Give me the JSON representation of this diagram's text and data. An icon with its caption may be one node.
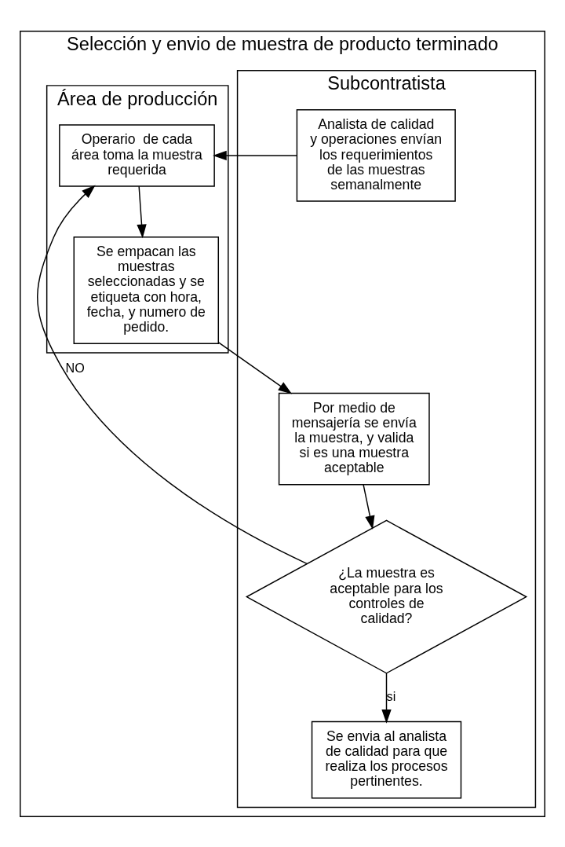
{
  "diagram": {
    "nodes": [
      {
        "text": [
          "Selección y envio de muestra de producto terminado"
        ]
      },
      {
        "text": [
          "Subcontratista"
        ],
        "in": 0
      },
      {
        "text": [
          "Área de producción"
        ],
        "in": 0
      },
      {
        "text": [
          "Analista de calidad y operaciones envían los requerimientos de las muestras semanalmente"
        ],
        "in": 1
      },
      {
        "text": [
          "Operario  de cada área toma la muestra requerida"
        ],
        "in": 2
      },
      {
        "text": [
          "Se empacan las muestras seleccionadas y se etiqueta con hora, fecha, y numero de pedido."
        ],
        "in": 2
      },
      {
        "text": [
          "Por medio de mensajería se envía la muestra, y valida si es una muestra aceptable"
        ],
        "in": 1
      },
      {
        "text": [
          "¿La muestra es aceptable para los controles de calidad?"
        ],
        "in": 1
      },
      {
        "text": [
          "Se envia al analista de calidad para que realiza los procesos pertinentes."
        ],
        "in": 1
      }
    ],
    "edges": [
      {
        "from": 3,
        "to": 4,
        "arrow": "to"
      },
      {
        "from": 4,
        "to": 5,
        "arrow": "to"
      },
      {
        "from": 5,
        "to": 6,
        "arrow": "to"
      },
      {
        "from": 6,
        "to": 7,
        "arrow": "to"
      },
      {
        "from": 7,
        "to": 4,
        "arrow": "to",
        "label": "NO"
      },
      {
        "from": 7,
        "to": 8,
        "arrow": "to",
        "label": "si"
      }
    ]
  }
}
